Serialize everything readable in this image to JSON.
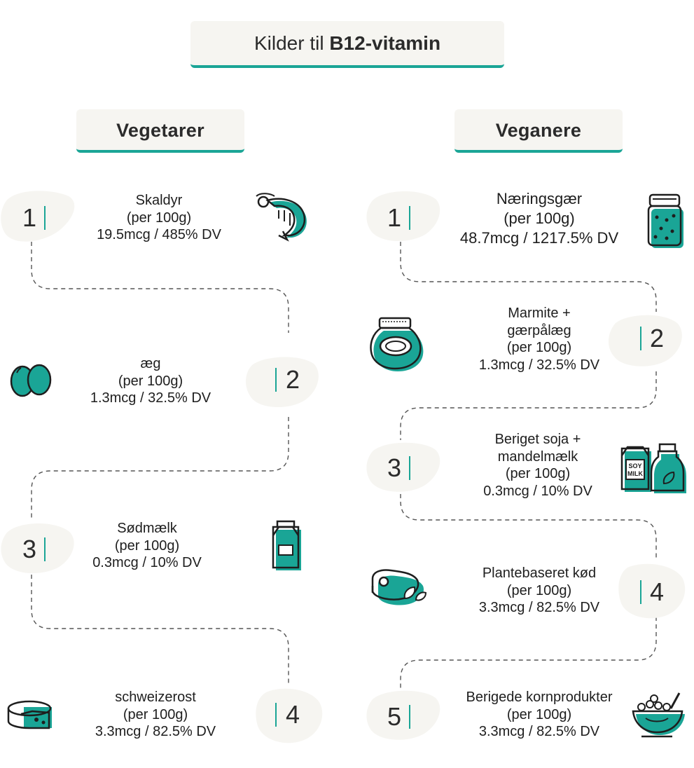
{
  "title": {
    "prefix": "Kilder til",
    "bold": "B12-vitamin"
  },
  "vegetarer": {
    "heading": "Vegetarer",
    "items": [
      {
        "num": "1",
        "name": "Skaldyr",
        "per": "(per 100g)",
        "value": "19.5mcg / 485% DV",
        "icon": "shrimp-icon"
      },
      {
        "num": "2",
        "name": "æg",
        "per": "(per 100g)",
        "value": "1.3mcg / 32.5% DV",
        "icon": "eggs-icon"
      },
      {
        "num": "3",
        "name": "Sødmælk",
        "per": "(per 100g)",
        "value": "0.3mcg / 10% DV",
        "icon": "milk-carton-icon"
      },
      {
        "num": "4",
        "name": "schweizerost",
        "per": "(per 100g)",
        "value": "3.3mcg / 82.5% DV",
        "icon": "cheese-icon"
      }
    ]
  },
  "veganere": {
    "heading": "Veganere",
    "items": [
      {
        "num": "1",
        "name": "Næringsgær",
        "per": "(per 100g)",
        "value": "48.7mcg / 1217.5% DV",
        "icon": "yeast-jar-icon"
      },
      {
        "num": "2",
        "name1": "Marmite +",
        "name2": "gærpålæg",
        "per": "(per 100g)",
        "value": "1.3mcg / 32.5% DV",
        "icon": "marmite-jar-icon"
      },
      {
        "num": "3",
        "name1": "Beriget soja +",
        "name2": "mandelmælk",
        "per": "(per 100g)",
        "value": "0.3mcg / 10% DV",
        "icon": "soy-milk-icon",
        "carton_label1": "SOY",
        "carton_label2": "MILK"
      },
      {
        "num": "4",
        "name": "Plantebaseret kød",
        "per": "(per 100g)",
        "value": "3.3mcg / 82.5% DV",
        "icon": "plant-meat-icon"
      },
      {
        "num": "5",
        "name": "Berigede kornprodukter",
        "per": "(per 100g)",
        "value": "3.3mcg / 82.5% DV",
        "icon": "cereal-bowl-icon"
      }
    ]
  },
  "colors": {
    "accent": "#1aa596",
    "blob": "#f6f5f1",
    "ink": "#1e1e1e"
  }
}
